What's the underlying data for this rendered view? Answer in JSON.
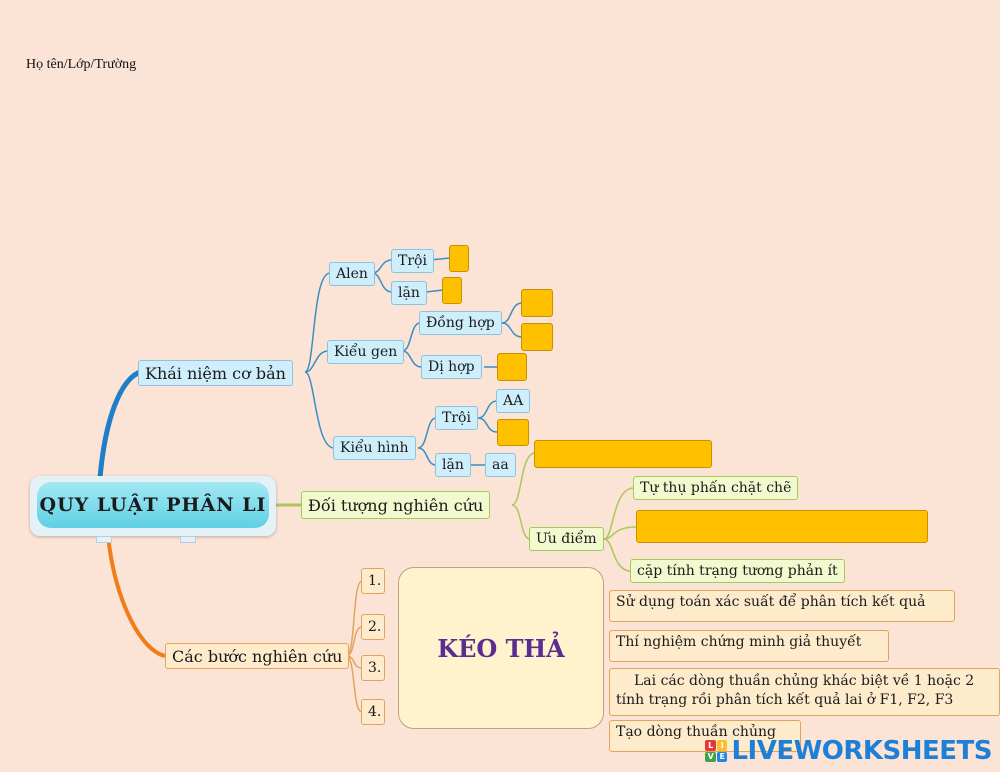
{
  "header": {
    "info_label": "Họ tên/Lớp/Trường"
  },
  "central": {
    "title": "QUY LUẬT PHÂN LI"
  },
  "branches": {
    "concepts": {
      "label": "Khái niệm cơ bản",
      "alen": {
        "label": "Alen",
        "troi": "Trội",
        "lan": "lặn"
      },
      "kieu_gen": {
        "label": "Kiểu gen",
        "dong_hop": "Đồng hợp",
        "di_hop": "Dị hợp"
      },
      "kieu_hinh": {
        "label": "Kiểu hình",
        "troi": "Trội",
        "troi_value": "AA",
        "lan": "lặn",
        "lan_value": "aa"
      }
    },
    "object": {
      "label": "Đối tượng nghiên cứu",
      "uu_diem": {
        "label": "Ưu điểm",
        "item1": "Tự thụ phấn chặt chẽ",
        "item3": "cặp tính trạng tương phản ít"
      }
    },
    "steps": {
      "label": "Các bước nghiên cứu",
      "items": [
        "1. ",
        "2.",
        "3.",
        "4."
      ]
    }
  },
  "drag_area": {
    "label": "KÉO THẢ"
  },
  "answers": [
    "Sử dụng toán xác suất để phân tích kết quả",
    "Thí nghiệm chứng minh giả thuyết",
    "Lai các dòng thuần chủng khác biệt về 1 hoặc 2",
    "tính trạng rồi phân tích kết quả lai ở F1, F2, F3",
    "Tạo dòng thuần chủng"
  ],
  "logo": {
    "text": "LIVEWORKSHEETS",
    "icon_letters": [
      "L",
      "I",
      "V",
      "E"
    ]
  },
  "colors": {
    "background": "#fbe3d6",
    "slot": "#ffc000",
    "blue_node": "#cfeefc",
    "green_node": "#f1f9cf",
    "orange_node": "#fdebcc",
    "drag_text": "#5b2c91",
    "logo": "#1d7fd6"
  }
}
